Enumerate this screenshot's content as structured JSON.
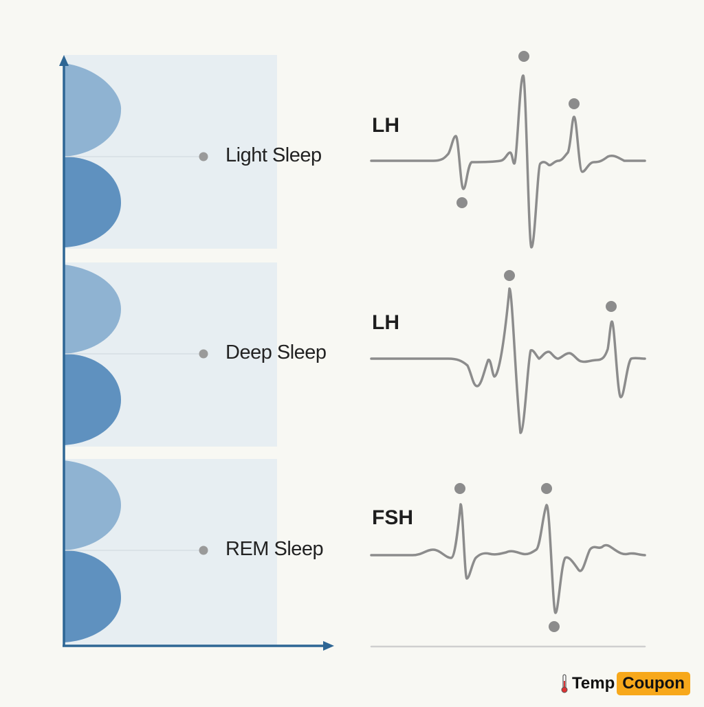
{
  "sleep_stages": [
    {
      "label": "Light Sleep"
    },
    {
      "label": "Deep Sleep"
    },
    {
      "label": "REM Sleep"
    }
  ],
  "hormones": [
    {
      "label": "LH"
    },
    {
      "label": "LH"
    },
    {
      "label": "FSH"
    }
  ],
  "brand": {
    "word1": "Temp",
    "word2": "Coupon",
    "icon": "thermometer-icon"
  },
  "colors": {
    "axis": "#2e6694",
    "panel": "#e7eef2",
    "lobe_light": "#8fb3d2",
    "lobe_dark": "#5f91bf",
    "wave": "#8c8c8c",
    "brand_accent": "#f7a81b"
  }
}
